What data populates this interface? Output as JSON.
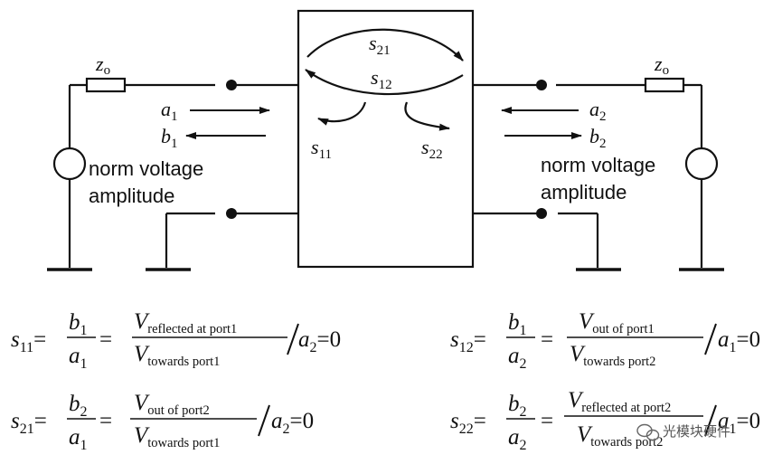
{
  "circuit": {
    "network_labels": {
      "s21": {
        "sym": "s",
        "sub": "21"
      },
      "s12": {
        "sym": "s",
        "sub": "12"
      },
      "s11": {
        "sym": "s",
        "sub": "11"
      },
      "s22": {
        "sym": "s",
        "sub": "22"
      }
    },
    "port1": {
      "impedance": {
        "sym": "z",
        "sub": "o"
      },
      "wave_in": {
        "sym": "a",
        "sub": "1"
      },
      "wave_out": {
        "sym": "b",
        "sub": "1"
      },
      "source_label_line1": "norm voltage",
      "source_label_line2": "amplitude"
    },
    "port2": {
      "impedance": {
        "sym": "z",
        "sub": "o"
      },
      "wave_in": {
        "sym": "a",
        "sub": "2"
      },
      "wave_out": {
        "sym": "b",
        "sub": "2"
      },
      "source_label_line1": "norm voltage",
      "source_label_line2": "amplitude"
    }
  },
  "equations": {
    "s11": {
      "lhs": "s",
      "lhs_sub": "11",
      "num": "b",
      "num_sub": "1",
      "den": "a",
      "den_sub": "1",
      "vnum": "V",
      "vnum_sub": "reflected at port1",
      "vden": "V",
      "vden_sub": "towards port1",
      "cond": "a",
      "cond_sub": "2",
      "cond_val": "=0"
    },
    "s12": {
      "lhs": "s",
      "lhs_sub": "12",
      "num": "b",
      "num_sub": "1",
      "den": "a",
      "den_sub": "2",
      "vnum": "V",
      "vnum_sub": "out of port1",
      "vden": "V",
      "vden_sub": "towards port2",
      "cond": "a",
      "cond_sub": "1",
      "cond_val": "=0"
    },
    "s21": {
      "lhs": "s",
      "lhs_sub": "21",
      "num": "b",
      "num_sub": "2",
      "den": "a",
      "den_sub": "1",
      "vnum": "V",
      "vnum_sub": "out of port2",
      "vden": "V",
      "vden_sub": "towards port1",
      "cond": "a",
      "cond_sub": "2",
      "cond_val": "=0"
    },
    "s22": {
      "lhs": "s",
      "lhs_sub": "22",
      "num": "b",
      "num_sub": "2",
      "den": "a",
      "den_sub": "2",
      "vnum": "V",
      "vnum_sub": "reflected at port2",
      "vden": "V",
      "vden_sub": "towards port2",
      "cond": "a",
      "cond_sub": "1",
      "cond_val": "=0"
    }
  },
  "watermark": {
    "text": "光模块硬件",
    "icon": "wechat-icon"
  },
  "colors": {
    "ink": "#111111",
    "background": "#ffffff"
  }
}
